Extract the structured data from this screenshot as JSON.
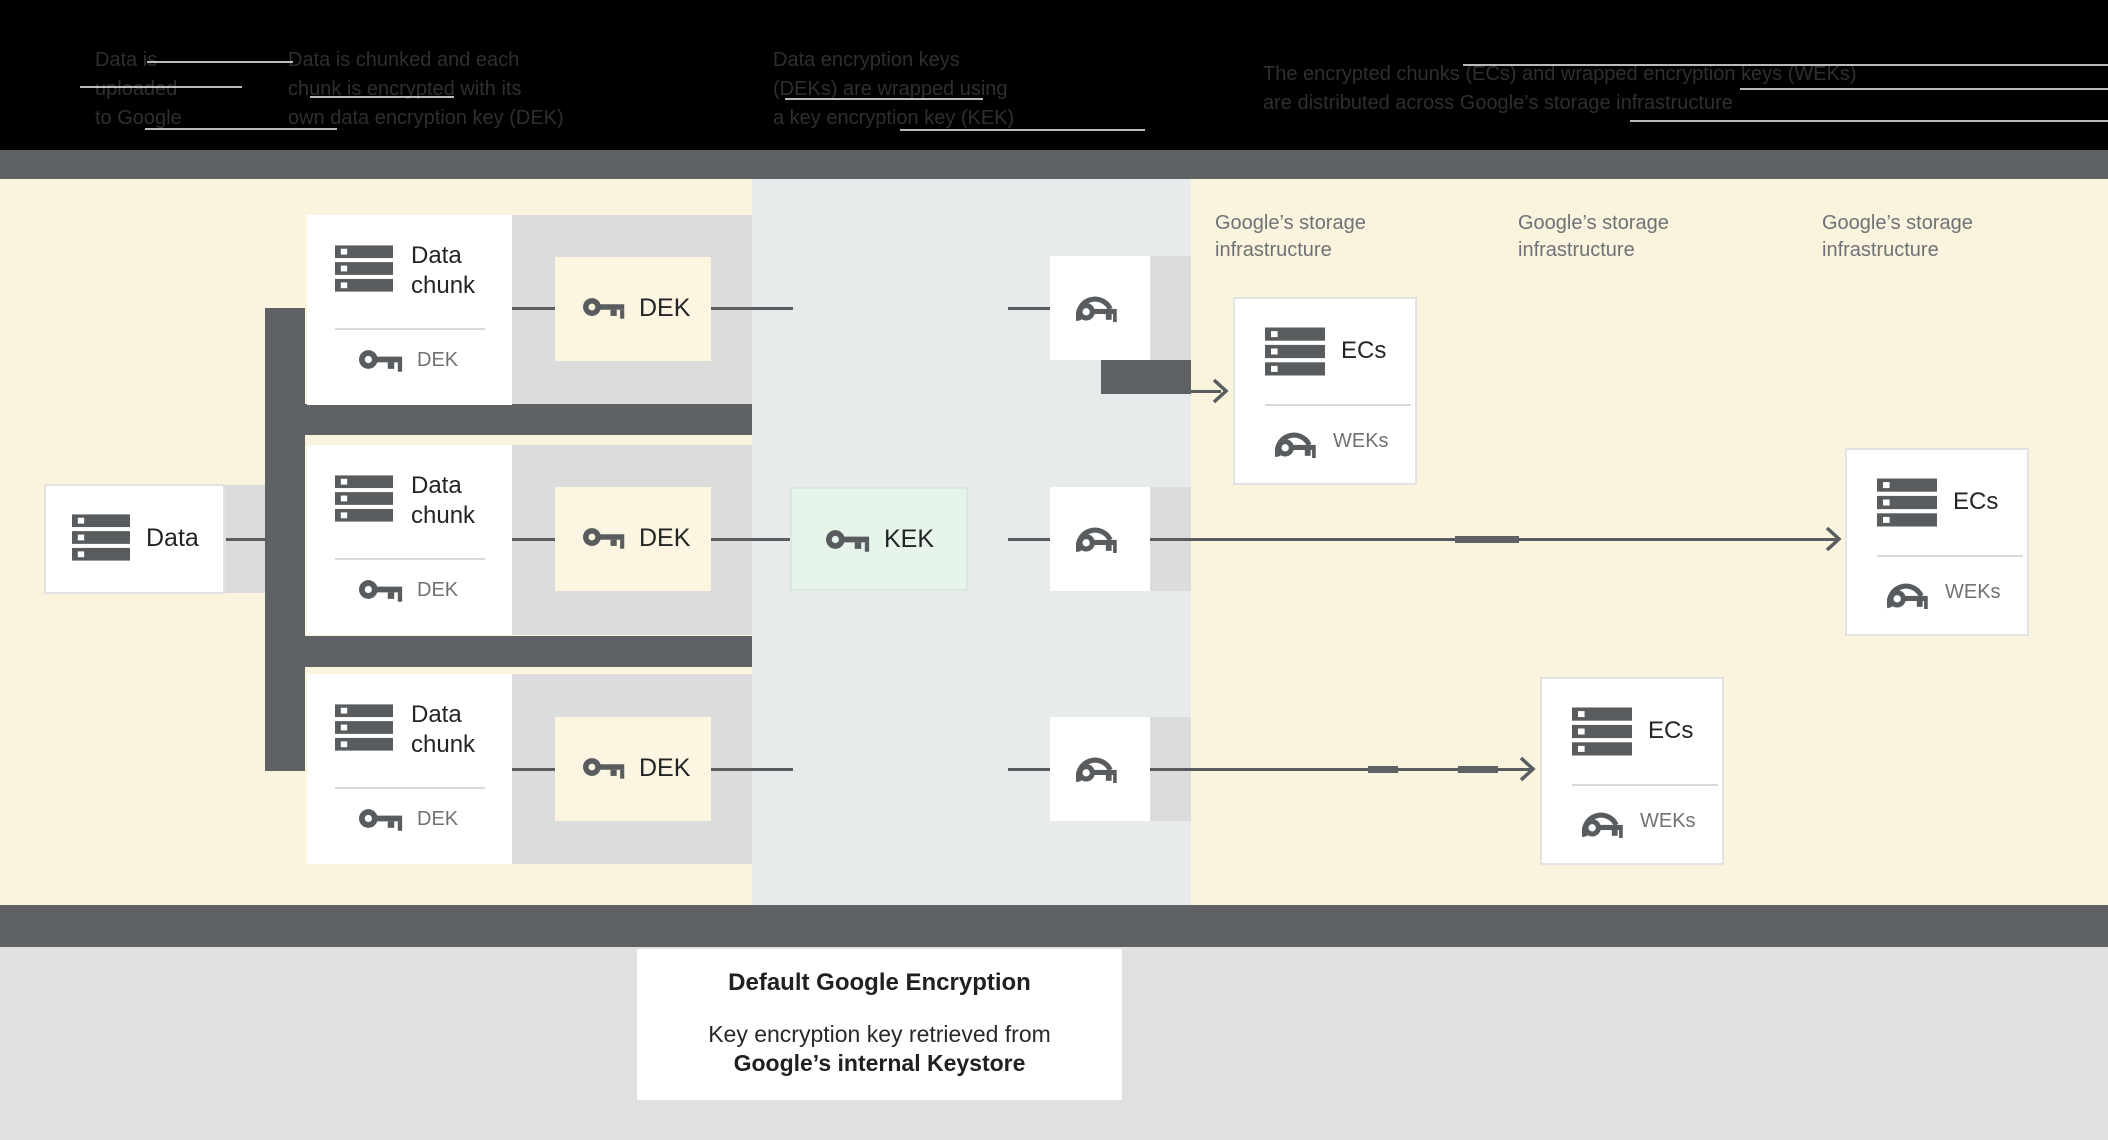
{
  "colors": {
    "cream": "#faf3de",
    "middle": "#e8ebec",
    "dark": "#5f6264",
    "line": "#5a5d5f",
    "panel": "#dcdcdc",
    "dek_yellow": "#fcf5e1",
    "kek_green": "#e6f4ea",
    "kek_border": "#d8e8de",
    "bottom_bg": "#e0e0e0",
    "box_border": "#e3e3e3",
    "divider": "#d9d9d9",
    "icon": "#595c5e",
    "text_dark": "#222426",
    "text_gray": "#6f7275",
    "header_text": "#2d2f31",
    "artifact": "#e8e8e8"
  },
  "header": {
    "captions": [
      {
        "lines": [
          "Data is",
          "uploaded",
          "to Google"
        ]
      },
      {
        "lines": [
          "Data is chunked and each",
          "chunk is encrypted with its",
          "own data encryption key (DEK)"
        ]
      },
      {
        "lines": [
          "Data encryption keys",
          "(DEKs) are wrapped using",
          "a key encryption key (KEK)"
        ]
      },
      {
        "lines": [
          "The encrypted chunks (ECs) and wrapped encryption keys (WEKs)",
          "are distributed across Google’s storage infrastructure"
        ]
      }
    ]
  },
  "diagram": {
    "data_box": {
      "label": "Data"
    },
    "chunk_rows": [
      {
        "title_lines": [
          "Data",
          "chunk"
        ],
        "key_label": "DEK",
        "dek_box_label": "DEK"
      },
      {
        "title_lines": [
          "Data",
          "chunk"
        ],
        "key_label": "DEK",
        "dek_box_label": "DEK"
      },
      {
        "title_lines": [
          "Data",
          "chunk"
        ],
        "key_label": "DEK",
        "dek_box_label": "DEK"
      }
    ],
    "kek_box": {
      "label": "KEK"
    },
    "storage_labels": [
      {
        "lines": [
          "Google’s storage",
          "infrastructure"
        ]
      },
      {
        "lines": [
          "Google’s storage",
          "infrastructure"
        ]
      },
      {
        "lines": [
          "Google’s storage",
          "infrastructure"
        ]
      }
    ],
    "ec_boxes": [
      {
        "title": "ECs",
        "key_label": "WEKs"
      },
      {
        "title": "ECs",
        "key_label": "WEKs"
      },
      {
        "title": "ECs",
        "key_label": "WEKs"
      }
    ]
  },
  "footer": {
    "title": "Default Google Encryption",
    "line1": "Key encryption key retrieved from",
    "line2": "Google’s internal Keystore"
  }
}
